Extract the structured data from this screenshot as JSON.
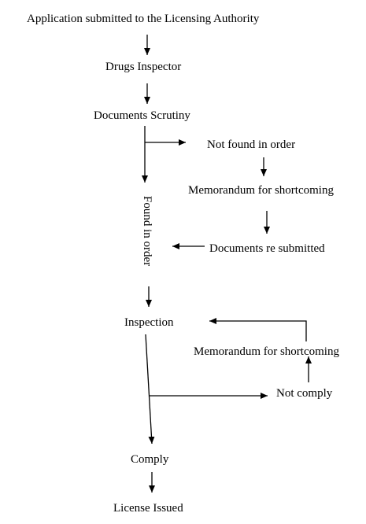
{
  "nodes": {
    "application": "Application submitted to the Licensing Authority",
    "drugs_inspector": "Drugs Inspector",
    "documents_scrutiny": "Documents Scrutiny",
    "not_found": "Not found in order",
    "memo_1": "Memorandum for shortcoming",
    "resubmitted": "Documents re submitted",
    "found_in_order": "Found in order",
    "inspection": "Inspection",
    "memo_2": "Memorandum for shortcoming",
    "not_comply": "Not comply",
    "comply": "Comply",
    "license_issued": "License Issued"
  },
  "colors": {
    "stroke": "#000000",
    "background": "#ffffff"
  }
}
